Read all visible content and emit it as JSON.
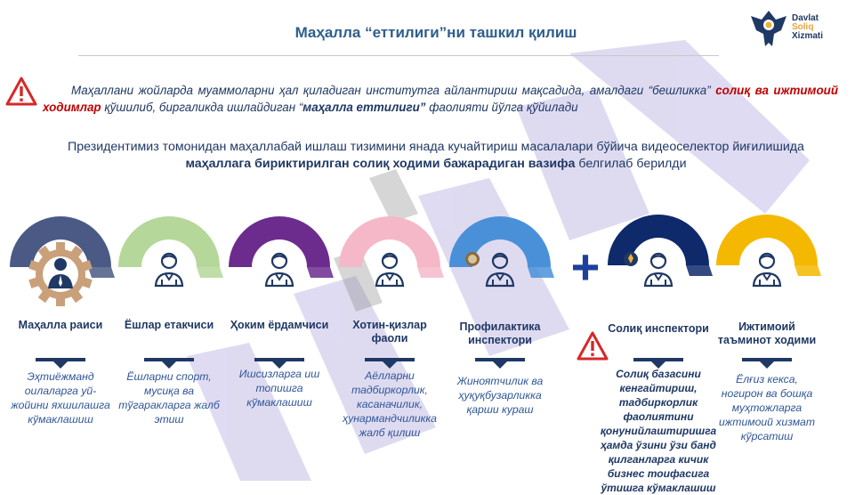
{
  "header": {
    "title": "Маҳалла “еттилиги”ни ташкил қилиш",
    "logo_line1": "Davlat",
    "logo_line2": "Soliq",
    "logo_line3": "Xizmati"
  },
  "intro": {
    "p1_part1": "Маҳаллани жойларда муаммоларни ҳал қиладиган институтга айлантириш мақсадида, амалдаги “бешликка”",
    "p1_red": "солиқ ва ижтимоий ходимлар",
    "p1_part2": "қўшилиб, биргаликда ишлайдиган “",
    "p1_bold": "маҳалла еттилиги”",
    "p1_part3": "фаолияти йўлга қўйилади",
    "p2_part1": "Президентимиз томонидан маҳаллабай ишлаш тизимини янада кучайтириш масалалари бўйича видеоселектор йиғилишида",
    "p2_bold": "маҳаллага бириктирилган солиқ ходими бажарадиган вазифа",
    "p2_part2": "белгилаб берилди"
  },
  "plus_sign": "+",
  "members": [
    {
      "role": "Маҳалла раиси",
      "description": "Эҳтиёжманд оилаларга уй-жойини яхшилашга кўмаклашиш",
      "color": "#4A5A85"
    },
    {
      "role": "Ёшлар етакчиси",
      "description": "Ёшларни спорт, мусиқа ва тўгаракларга жалб этиш",
      "color": "#B5D79A"
    },
    {
      "role": "Ҳоким ёрдамчиси",
      "description": "Ишсизларга иш топишга кўмаклашиш",
      "color": "#6B2C8E"
    },
    {
      "role": "Хотин-қизлар фаоли",
      "description": "Аёлларни тадбиркорлик, касаначилик, ҳунармандчиликка жалб қилиш",
      "color": "#F5B8C9"
    },
    {
      "role": "Профилактика инспектори",
      "description": "Жиноятчилик ва ҳуқуқбузарликка қарши кураш",
      "color": "#4A90D9"
    },
    {
      "role": "Солиқ инспектори",
      "description": "Солиқ базасини кенгайтириш, тадбиркорлик фаолиятини қонунийлаштиришга ҳамда ўзини ўзи банд қилганларга кичик бизнес тоифасига ўтишга кўмаклашиш",
      "color": "#0E2A6B"
    },
    {
      "role": "Ижтимоий таъминот ходими",
      "description": "Ёлғиз кекса, ногирон ва бошқа муҳтожларга ижтимоий хизмат кўрсатиш",
      "color": "#F5B800"
    }
  ],
  "colors": {
    "title": "#2E5E8C",
    "text": "#1F3864",
    "accent_red": "#C00000",
    "plus": "#1F3F9E"
  }
}
